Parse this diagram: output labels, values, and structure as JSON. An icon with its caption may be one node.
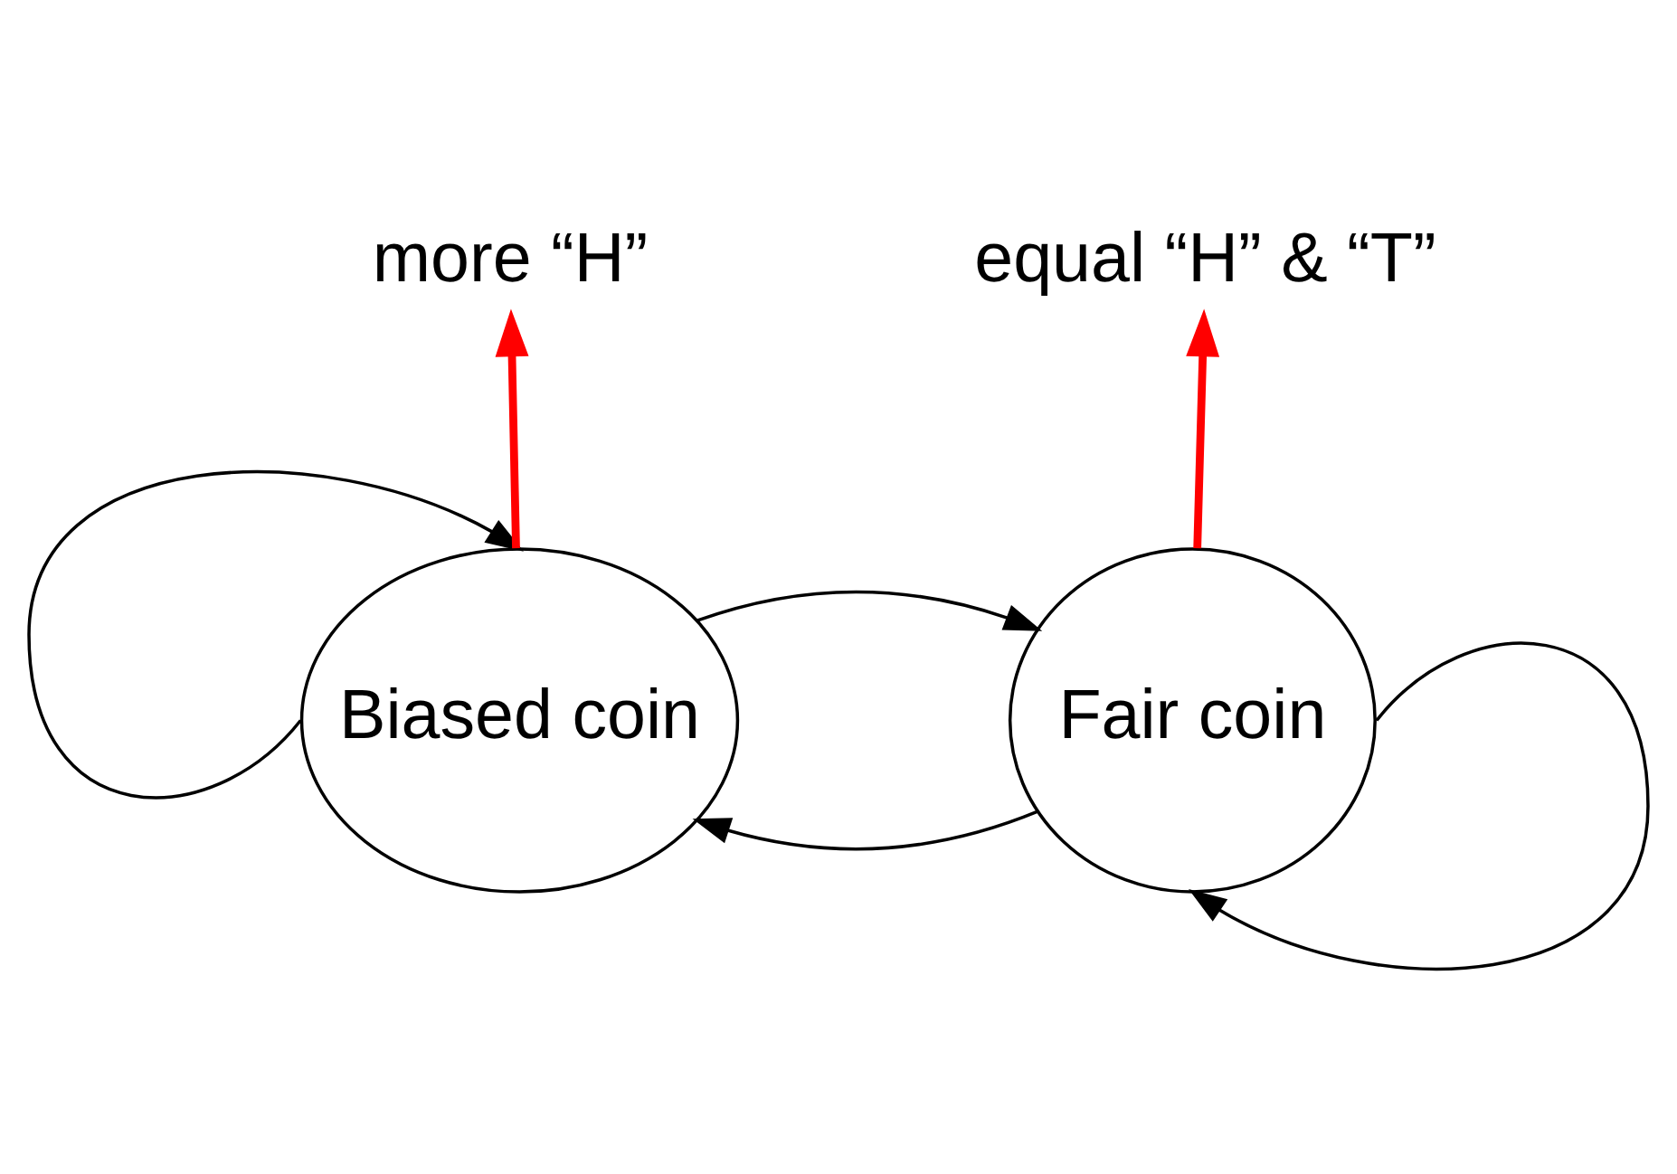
{
  "diagram": {
    "nodes": [
      {
        "text": [
          "Biased coin"
        ]
      },
      {
        "text": [
          "Fair coin"
        ]
      },
      {
        "text": [
          "more “H”"
        ]
      },
      {
        "text": [
          "equal “H” & “T”"
        ]
      }
    ],
    "edges": [
      {
        "from": 0,
        "to": 0,
        "arrow": "to"
      },
      {
        "from": 0,
        "to": 1,
        "arrow": "to"
      },
      {
        "from": 1,
        "to": 0,
        "arrow": "to"
      },
      {
        "from": 1,
        "to": 1,
        "arrow": "to"
      },
      {
        "from": 0,
        "to": 2,
        "arrow": "to",
        "style": "thick",
        "color": "#ff0000"
      },
      {
        "from": 1,
        "to": 3,
        "arrow": "to",
        "style": "thick",
        "color": "#ff0000"
      }
    ]
  }
}
